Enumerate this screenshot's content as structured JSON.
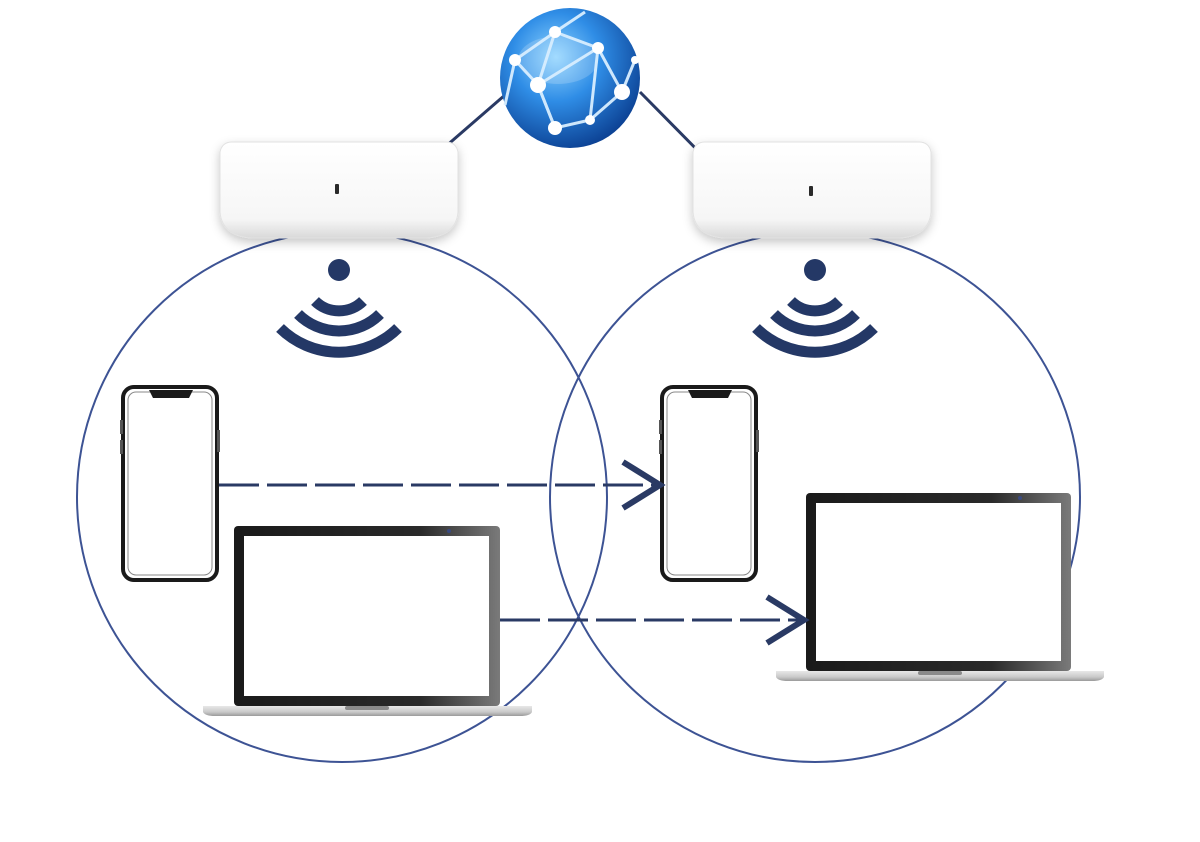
{
  "diagram": {
    "nodes": [
      {
        "id": "internet",
        "kind": "globe-icon"
      },
      {
        "id": "ap-left",
        "kind": "access-point"
      },
      {
        "id": "ap-right",
        "kind": "access-point"
      },
      {
        "id": "phone-left",
        "kind": "smartphone"
      },
      {
        "id": "laptop-left",
        "kind": "laptop"
      },
      {
        "id": "phone-right",
        "kind": "smartphone"
      },
      {
        "id": "laptop-right",
        "kind": "laptop"
      }
    ],
    "edges": [
      {
        "from": "internet",
        "to": "ap-left",
        "style": "solid"
      },
      {
        "from": "internet",
        "to": "ap-right",
        "style": "solid"
      },
      {
        "from": "phone-left",
        "to": "phone-right",
        "style": "dashed-arrow"
      },
      {
        "from": "laptop-left",
        "to": "laptop-right",
        "style": "dashed-arrow"
      }
    ],
    "coverage_zones": [
      "ap-left",
      "ap-right"
    ]
  },
  "colors": {
    "line": "#2a3a64",
    "circle": "#3d5394",
    "wifi": "#243866",
    "globe_dark": "#0a3d8f",
    "globe_light": "#4fb0f5",
    "device_frame": "#1a1a1a",
    "ap_body": "#ffffff"
  }
}
